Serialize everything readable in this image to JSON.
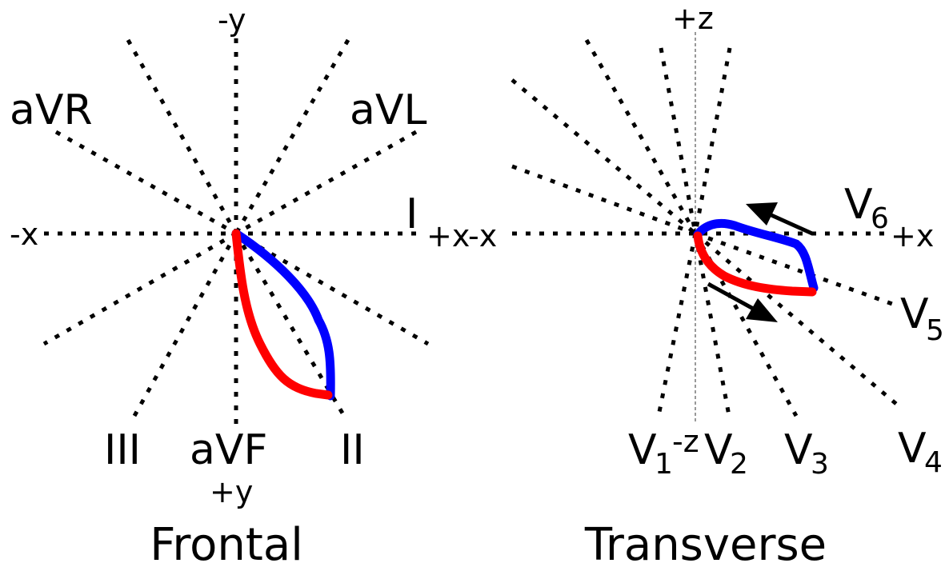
{
  "frontal": {
    "title": "Frontal",
    "leads": {
      "aVR": "aVR",
      "aVL": "aVL",
      "I": "I",
      "II": "II",
      "III": "III",
      "aVF": "aVF"
    },
    "axes": {
      "neg_y": "-y",
      "pos_y": "+y",
      "neg_x": "-x",
      "pos_x": "+x"
    }
  },
  "transverse": {
    "title": "Transverse",
    "leads": {
      "V1": {
        "main": "V",
        "sub": "1"
      },
      "V2": {
        "main": "V",
        "sub": "2"
      },
      "V3": {
        "main": "V",
        "sub": "3"
      },
      "V4": {
        "main": "V",
        "sub": "4"
      },
      "V5": {
        "main": "V",
        "sub": "5"
      },
      "V6": {
        "main": "V",
        "sub": "6"
      }
    },
    "axes": {
      "pos_z": "+z",
      "neg_z": "-z",
      "neg_x": "-x",
      "pos_x": "+x"
    }
  },
  "colors": {
    "loop_blue": "#0000ff",
    "loop_red": "#ff0000",
    "lines": "#000000",
    "center_axis": "#999999"
  }
}
